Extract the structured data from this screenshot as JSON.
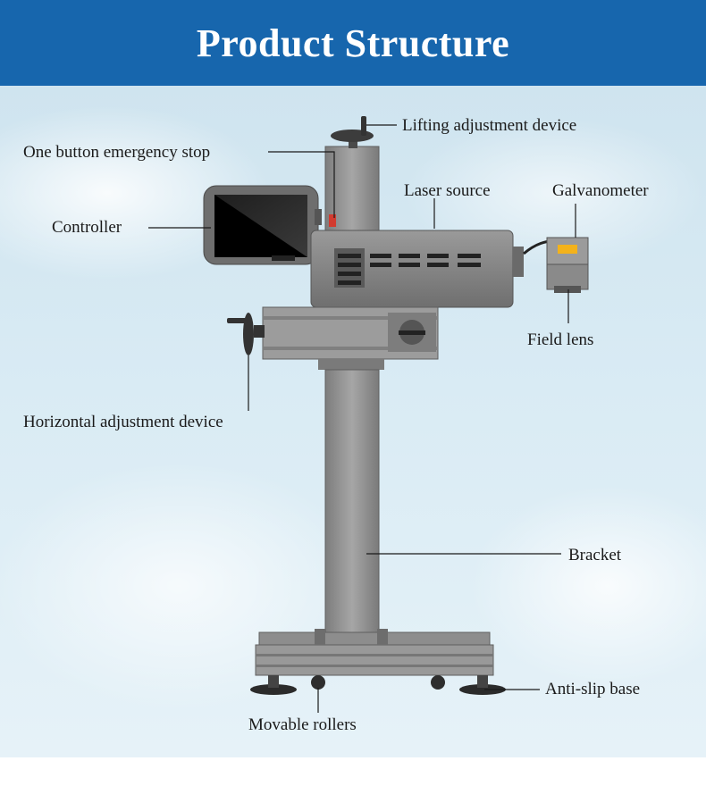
{
  "header": {
    "title": "Product Structure"
  },
  "labels": {
    "lifting": "Lifting adjustment device",
    "emergency": "One button emergency stop",
    "laser_source": "Laser source",
    "galvanometer": "Galvanometer",
    "controller": "Controller",
    "field_lens": "Field lens",
    "horizontal": "Horizontal adjustment device",
    "bracket": "Bracket",
    "anti_slip": "Anti-slip base",
    "rollers": "Movable rollers"
  },
  "colors": {
    "header_bg": "#1766ad",
    "machine_gray": "#8c8c8c",
    "lens_yellow": "#f3b21b"
  }
}
